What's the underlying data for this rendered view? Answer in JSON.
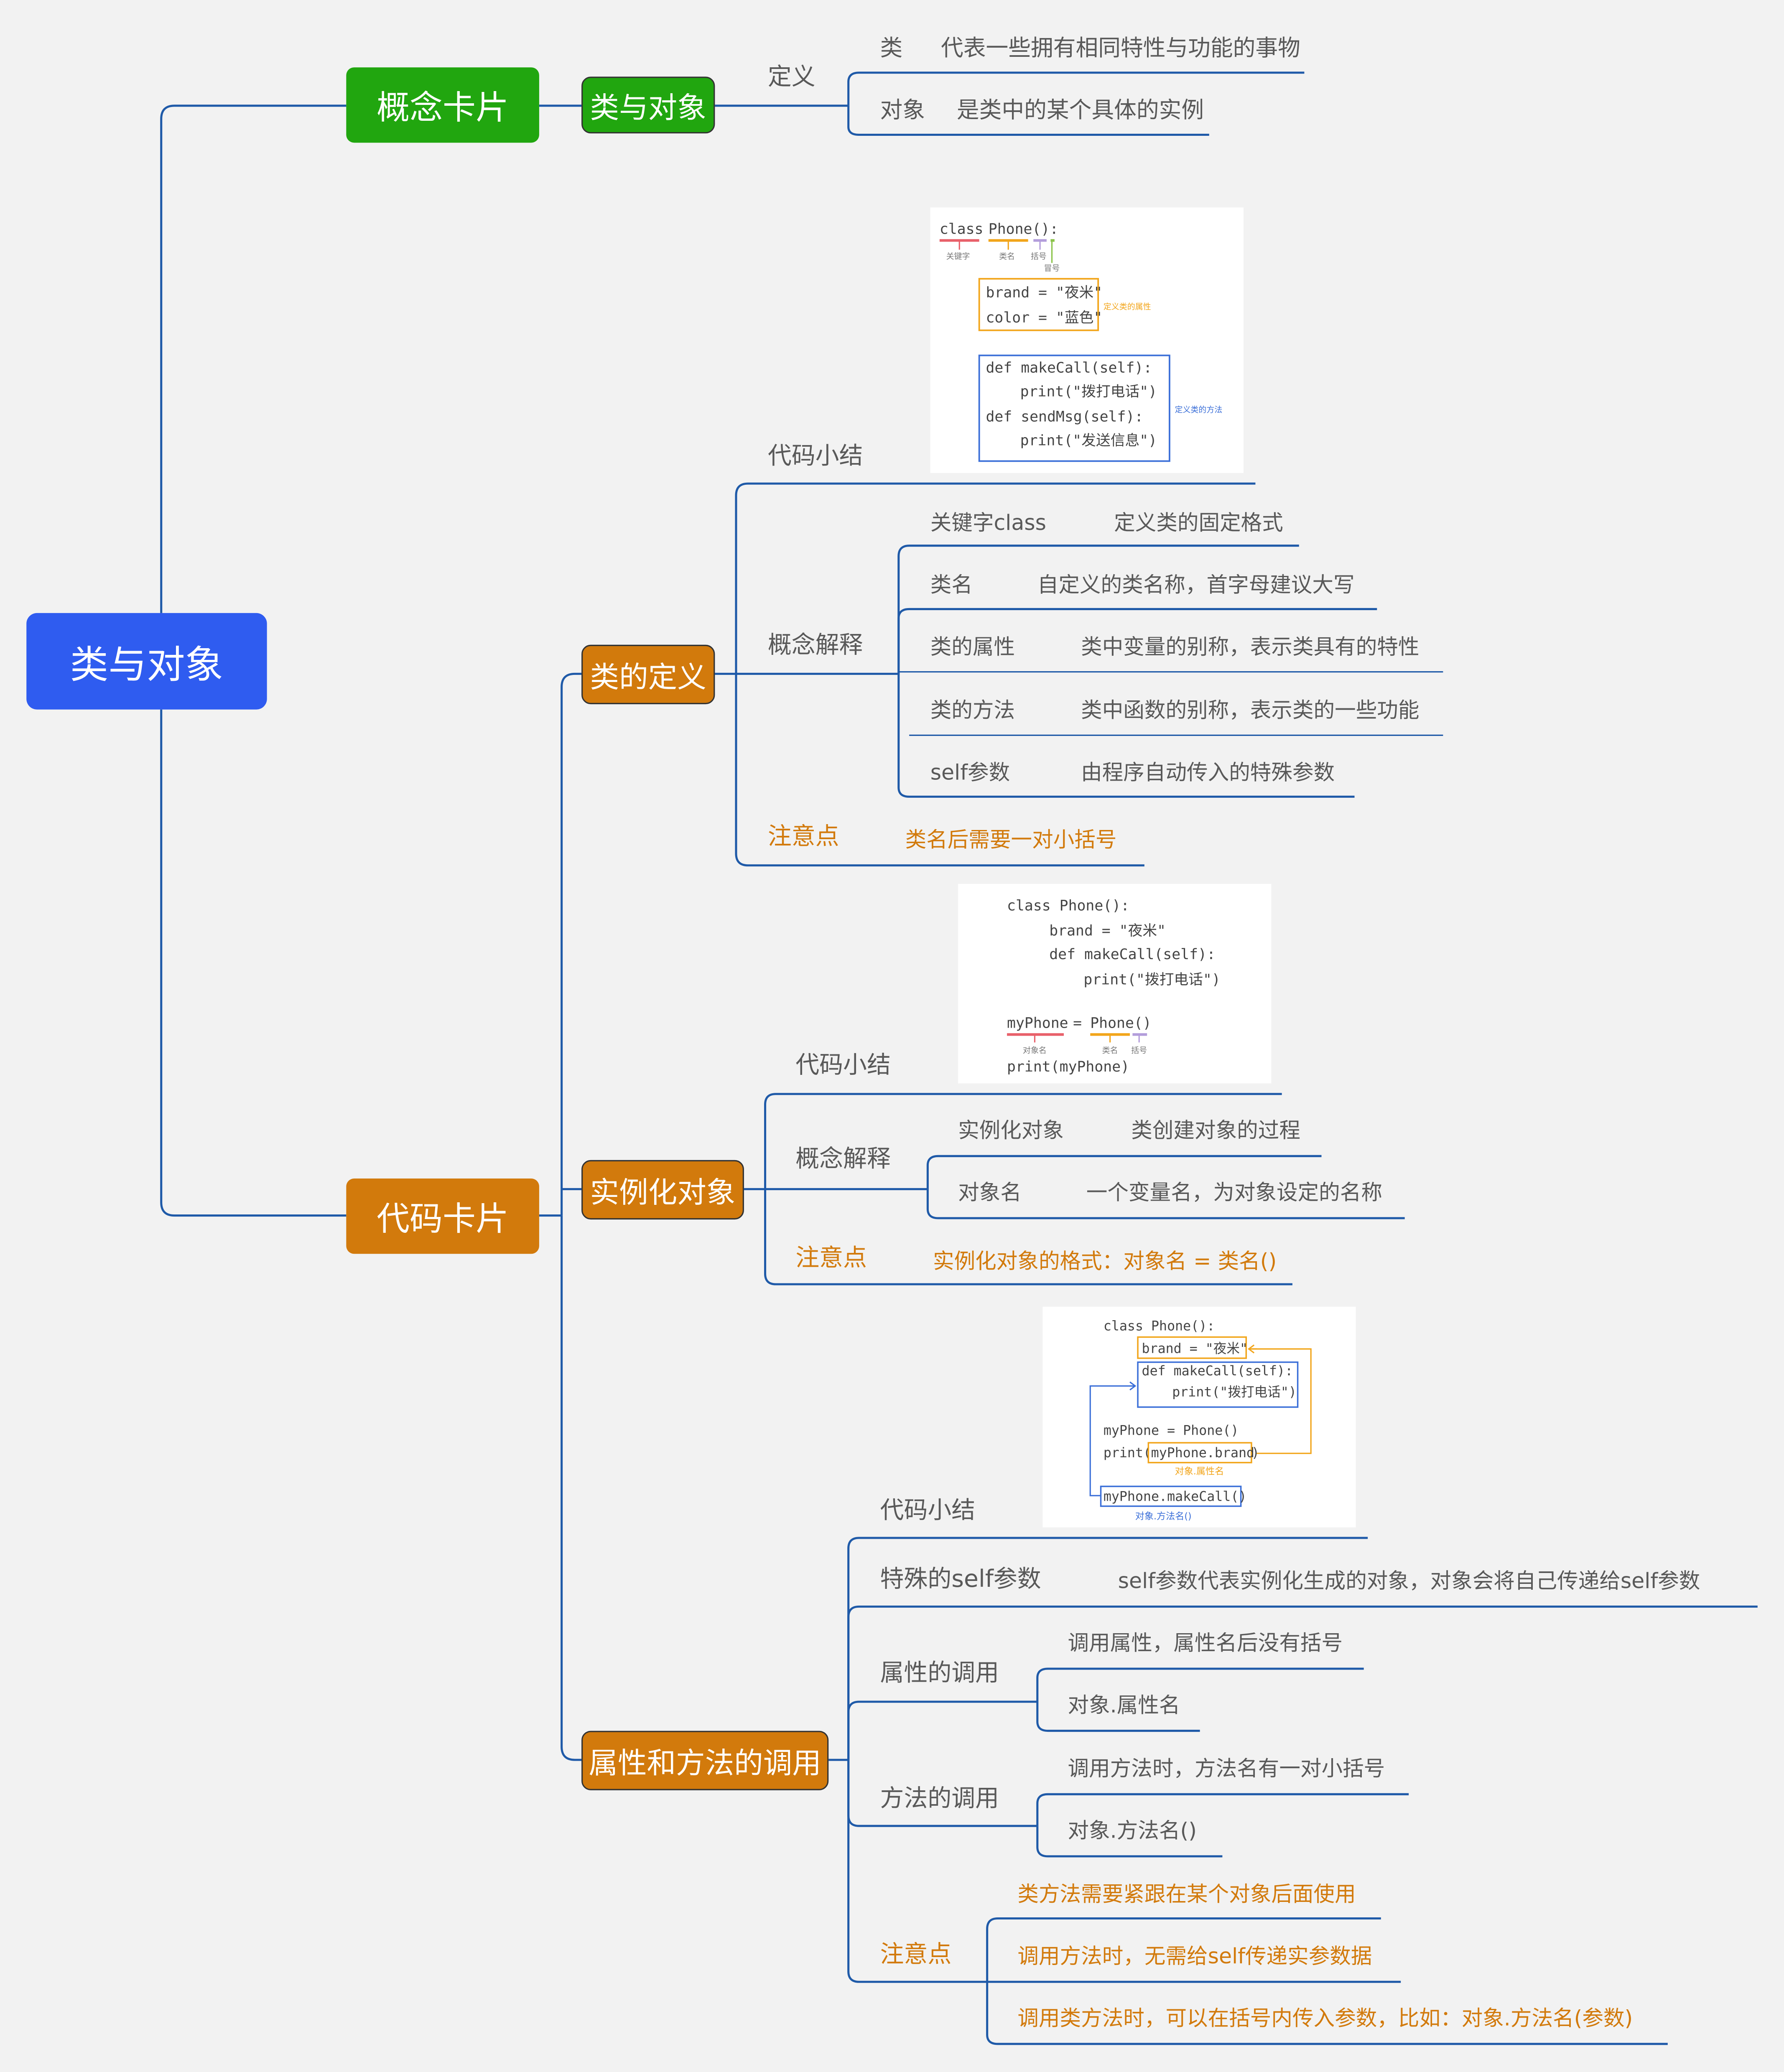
{
  "root": "类与对象",
  "concept": {
    "label": "概念卡片",
    "child": "类与对象",
    "definition": "定义",
    "items": [
      {
        "term": "类",
        "desc": "代表一些拥有相同特性与功能的事物"
      },
      {
        "term": "对象",
        "desc": "是类中的某个具体的实例"
      }
    ]
  },
  "code": {
    "label": "代码卡片",
    "class_def": {
      "label": "类的定义",
      "summary": "代码小结",
      "explain": "概念解释",
      "items": [
        {
          "term": "关键字class",
          "desc": "定义类的固定格式"
        },
        {
          "term": "类名",
          "desc": "自定义的类名称，首字母建议大写"
        },
        {
          "term": "类的属性",
          "desc": "类中变量的别称，表示类具有的特性"
        },
        {
          "term": "类的方法",
          "desc": "类中函数的别称，表示类的一些功能"
        },
        {
          "term": "self参数",
          "desc": "由程序自动传入的特殊参数"
        }
      ],
      "note_label": "注意点",
      "note": "类名后需要一对小括号",
      "img": {
        "l1_kw": "class",
        "l1_rest": "Phone():",
        "ann_kw": "关键字",
        "ann_name": "类名",
        "ann_paren": "括号",
        "ann_colon": "冒号",
        "attr1": "brand = \"夜米\"",
        "attr2": "color = \"蓝色\"",
        "attr_note": "定义类的属性",
        "m1": "def makeCall(self):",
        "m2": "print(\"拨打电话\")",
        "m3": "def sendMsg(self):",
        "m4": "print(\"发送信息\")",
        "method_note": "定义类的方法"
      }
    },
    "instance": {
      "label": "实例化对象",
      "summary": "代码小结",
      "explain": "概念解释",
      "items": [
        {
          "term": "实例化对象",
          "desc": "类创建对象的过程"
        },
        {
          "term": "对象名",
          "desc": "一个变量名，为对象设定的名称"
        }
      ],
      "note_label": "注意点",
      "note": "实例化对象的格式：对象名 = 类名()",
      "img": {
        "l1": "class Phone():",
        "l2": "brand = \"夜米\"",
        "l3": "def makeCall(self):",
        "l4": "print(\"拨打电话\")",
        "l5_obj": "myPhone",
        "l5_eq": "=",
        "l5_cls": "Phone()",
        "ann_obj": "对象名",
        "ann_cls": "类名",
        "ann_paren": "括号",
        "l6": "print(myPhone)"
      }
    },
    "call": {
      "label": "属性和方法的调用",
      "summary": "代码小结",
      "self_label": "特殊的self参数",
      "self_desc": "self参数代表实例化生成的对象，对象会将自己传递给self参数",
      "attr_label": "属性的调用",
      "attr_items": [
        "调用属性，属性名后没有括号",
        "对象.属性名"
      ],
      "method_label": "方法的调用",
      "method_items": [
        "调用方法时，方法名有一对小括号",
        "对象.方法名()"
      ],
      "note_label": "注意点",
      "notes": [
        "类方法需要紧跟在某个对象后面使用",
        "调用方法时，无需给self传递实参数据",
        "调用类方法时，可以在括号内传入参数，比如：对象.方法名(参数)"
      ],
      "img": {
        "l1": "class Phone():",
        "l2": "brand = \"夜米\"",
        "l3": "def makeCall(self):",
        "l4": "print(\"拨打电话\")",
        "l5": "myPhone = Phone()",
        "l6a": "print(",
        "l6b": "myPhone.brand",
        "l6c": ")",
        "ann1": "对象.属性名",
        "l7": "myPhone.makeCall()",
        "ann2": "对象.方法名()"
      }
    }
  },
  "colors": {
    "root": "#2f5cf0",
    "concept": "#21a60f",
    "code": "#d27a0c",
    "line": "#1f5aa8",
    "note": "#d27a0c",
    "text": "#595959"
  }
}
